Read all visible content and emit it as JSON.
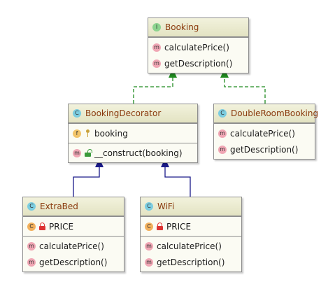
{
  "classes": {
    "booking": {
      "name": "Booking",
      "kind_badge": "I",
      "methods": [
        {
          "badge": "m",
          "label": "calculatePrice()"
        },
        {
          "badge": "m",
          "label": "getDescription()"
        }
      ]
    },
    "booking_decorator": {
      "name": "BookingDecorator",
      "kind_badge": "C",
      "fields": [
        {
          "badge": "f",
          "label": "booking"
        }
      ],
      "methods": [
        {
          "badge": "m",
          "label": "__construct(booking)"
        }
      ]
    },
    "double_room_booking": {
      "name": "DoubleRoomBooking",
      "kind_badge": "C",
      "methods": [
        {
          "badge": "m",
          "label": "calculatePrice()"
        },
        {
          "badge": "m",
          "label": "getDescription()"
        }
      ]
    },
    "extra_bed": {
      "name": "ExtraBed",
      "kind_badge": "C",
      "constants": [
        {
          "badge": "C",
          "label": "PRICE"
        }
      ],
      "methods": [
        {
          "badge": "m",
          "label": "calculatePrice()"
        },
        {
          "badge": "m",
          "label": "getDescription()"
        }
      ]
    },
    "wifi": {
      "name": "WiFi",
      "kind_badge": "C",
      "constants": [
        {
          "badge": "C",
          "label": "PRICE"
        }
      ],
      "methods": [
        {
          "badge": "m",
          "label": "calculatePrice()"
        },
        {
          "badge": "m",
          "label": "getDescription()"
        }
      ]
    }
  },
  "colors": {
    "implements_edge": "#1f8a1f",
    "extends_edge": "#1a1a8a",
    "class_name": "#8a3a0d"
  }
}
